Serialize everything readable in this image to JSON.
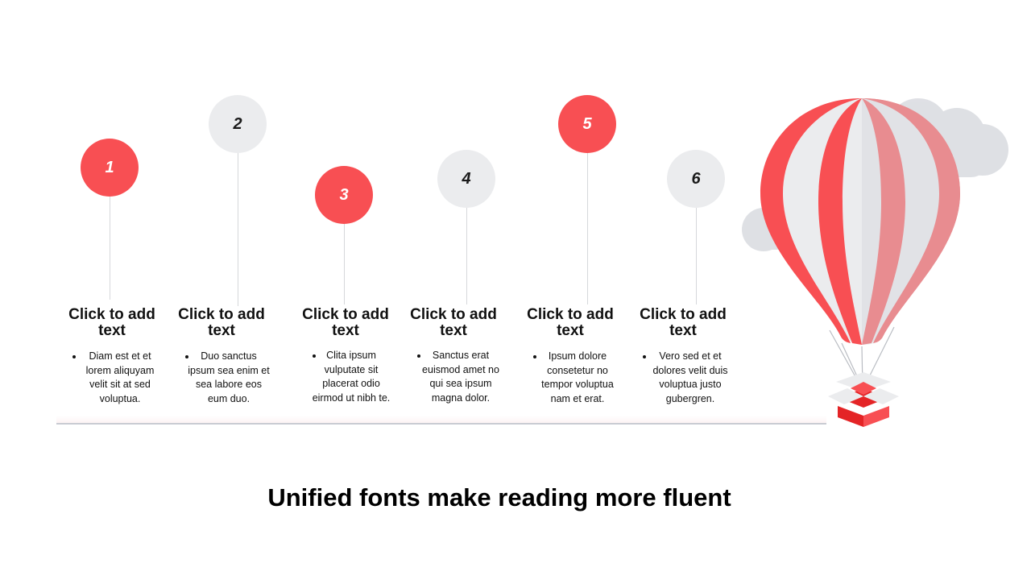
{
  "slide": {
    "title": "Unified fonts make reading more fluent"
  },
  "steps": [
    {
      "number": "1",
      "heading": "Click to add text",
      "body": "Diam est et et lorem aliquyam velit sit at sed voluptua.",
      "color": "#f84f53"
    },
    {
      "number": "2",
      "heading": "Click to add text",
      "body": "Duo sanctus ipsum sea enim et sea labore eos eum duo.",
      "color": "#ebecee"
    },
    {
      "number": "3",
      "heading": "Click to add text",
      "body": "Clita ipsum vulputate sit placerat odio eirmod ut nibh te.",
      "color": "#f84f53"
    },
    {
      "number": "4",
      "heading": "Click to add text",
      "body": "Sanctus erat euismod amet no qui sea ipsum magna dolor.",
      "color": "#ebecee"
    },
    {
      "number": "5",
      "heading": "Click to add text",
      "body": "Ipsum dolore consetetur no tempor voluptua nam et erat.",
      "color": "#f84f53"
    },
    {
      "number": "6",
      "heading": "Click to add text",
      "body": "Vero sed et et dolores velit duis voluptua justo gubergren.",
      "color": "#ebecee"
    }
  ],
  "illustration": {
    "subject": "hot-air-balloon-with-gift-box",
    "accent_color": "#f84f53",
    "secondary_color": "#ebecee",
    "cloud_color": "#d9dbe0"
  }
}
